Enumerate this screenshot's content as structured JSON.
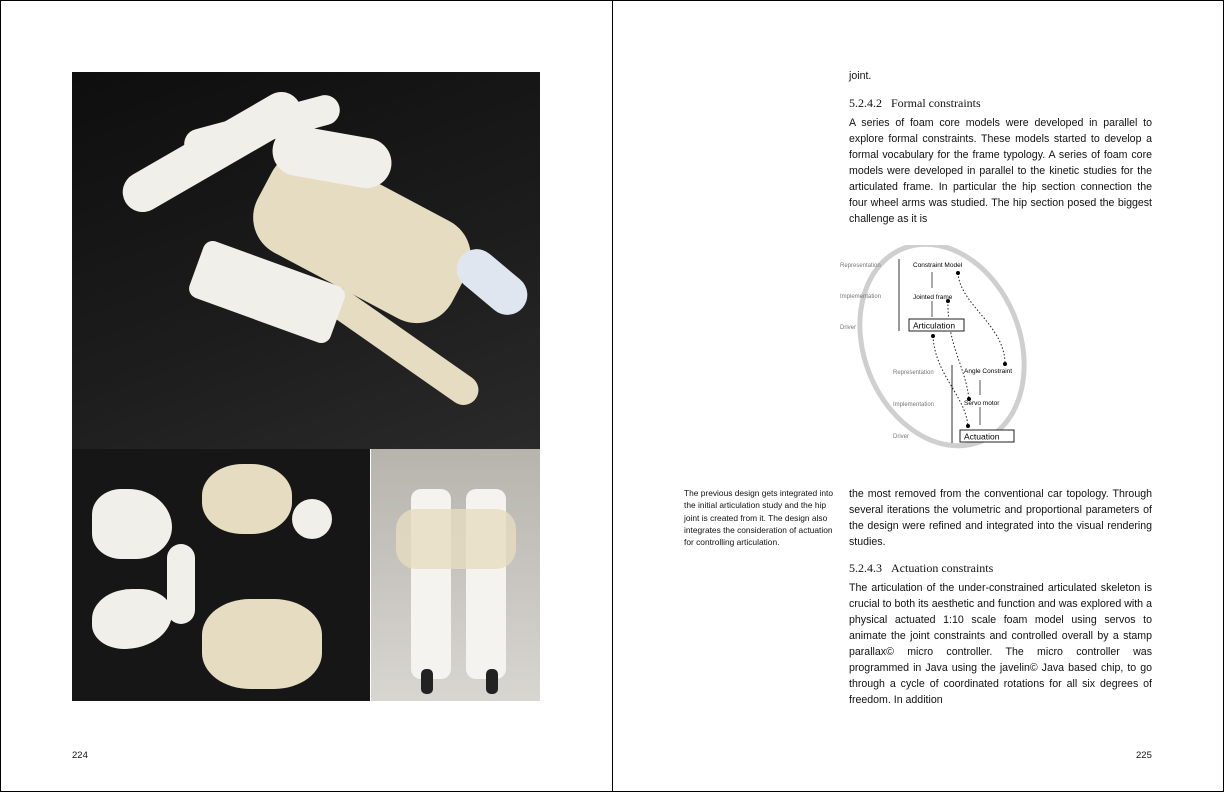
{
  "left_page": {
    "page_number": "224",
    "caption": "The previous design gets integrated into the initial articulation study and the hip joint is created from it. The design also integrates the consideration of actuation for controlling articulation."
  },
  "right_page": {
    "page_number": "225",
    "continuation": "joint.",
    "section1": {
      "number": "5.2.4.2",
      "title": "Formal constraints",
      "body": "A series of foam core models were developed in parallel to explore formal constraints. These models started to develop a formal vocabulary for the frame typology. A series of foam core models were developed in parallel to the kinetic studies for the articulated frame. In particular the hip section connection the four wheel arms was studied. The hip section posed the biggest challenge as it is"
    },
    "continued_body": "the most removed from the conventional car topology. Through several iterations the volumetric and proportional parameters of the design were refined and integrated into the visual rendering studies.",
    "section2": {
      "number": "5.2.4.3",
      "title": "Actuation constraints",
      "body": "The articulation of the under-constrained articulated skeleton is crucial to both its aesthetic and function and was explored with a physical actuated 1:10 scale foam model using servos to animate the joint constraints and controlled overall by a stamp parallax© micro controller. The micro controller was programmed in Java using the javelin© Java based chip, to go through a cycle of coordinated rotations for all six degrees of freedom. In addition"
    },
    "diagram": {
      "upper": {
        "levels": [
          "Representation",
          "Implementation",
          "Driver"
        ],
        "nodes": [
          "Constraint Model",
          "Jointed frame",
          "Articulation"
        ]
      },
      "lower": {
        "levels": [
          "Representation",
          "Implementation",
          "Driver"
        ],
        "nodes": [
          "Angle Constraint",
          "Servo motor",
          "Actuation"
        ]
      }
    }
  }
}
